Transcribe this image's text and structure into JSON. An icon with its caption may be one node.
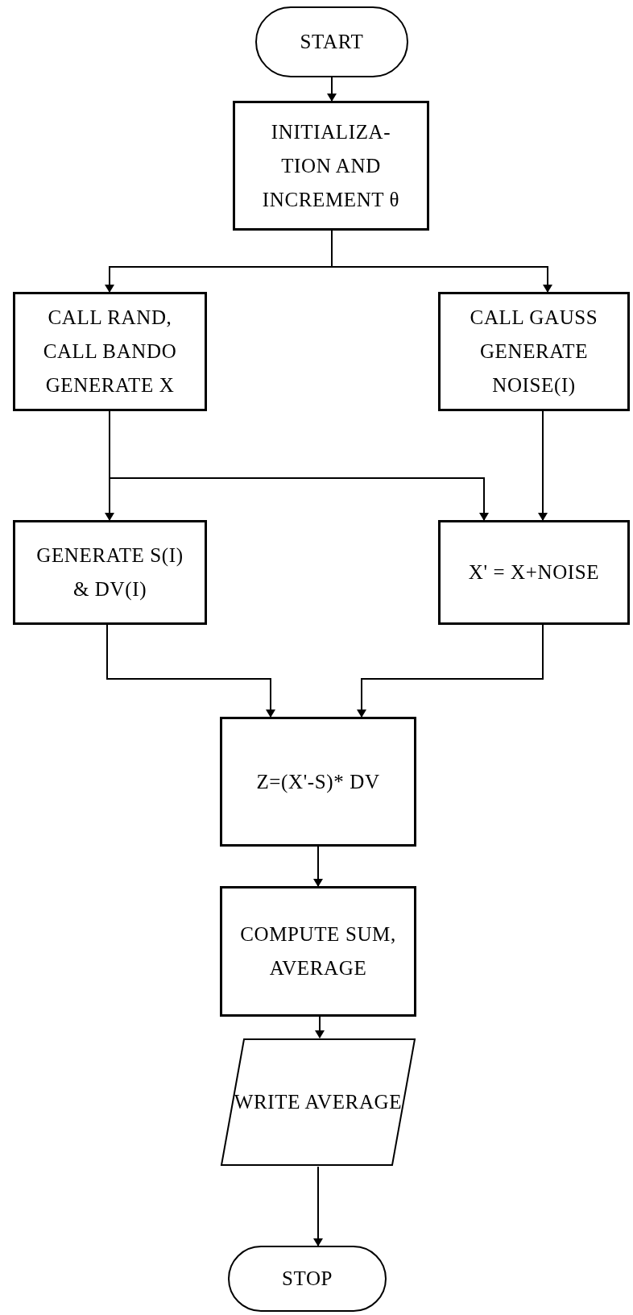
{
  "diagram": {
    "nodes": [
      {
        "text": [
          "START"
        ]
      },
      {
        "text": [
          "INITIALIZA- TION AND INCREMENT θ"
        ]
      },
      {
        "text": [
          "CALL RAND, CALL BANDO GENERATE X"
        ]
      },
      {
        "text": [
          "CALL GAUSS GENERATE NOISE(I)"
        ]
      },
      {
        "text": [
          "GENERATE S(I) & DV(I)"
        ]
      },
      {
        "text": [
          "X' = X+NOISE"
        ]
      },
      {
        "text": [
          "Z=(X'-S)* DV"
        ]
      },
      {
        "text": [
          "COMPUTE SUM, AVERAGE"
        ]
      },
      {
        "text": [
          "WRITE AVERAGE"
        ]
      },
      {
        "text": [
          "STOP"
        ]
      }
    ],
    "edges": [
      {
        "from": 0,
        "to": 1,
        "arrow": "to"
      },
      {
        "from": 1,
        "to": 2,
        "arrow": "to"
      },
      {
        "from": 1,
        "to": 3,
        "arrow": "to"
      },
      {
        "from": 2,
        "to": 4,
        "arrow": "to"
      },
      {
        "from": 2,
        "to": 5,
        "arrow": "to"
      },
      {
        "from": 3,
        "to": 5,
        "arrow": "to"
      },
      {
        "from": 4,
        "to": 6,
        "arrow": "to"
      },
      {
        "from": 5,
        "to": 6,
        "arrow": "to"
      },
      {
        "from": 6,
        "to": 7,
        "arrow": "to"
      },
      {
        "from": 7,
        "to": 8,
        "arrow": "to"
      },
      {
        "from": 8,
        "to": 9,
        "arrow": "to"
      }
    ]
  }
}
